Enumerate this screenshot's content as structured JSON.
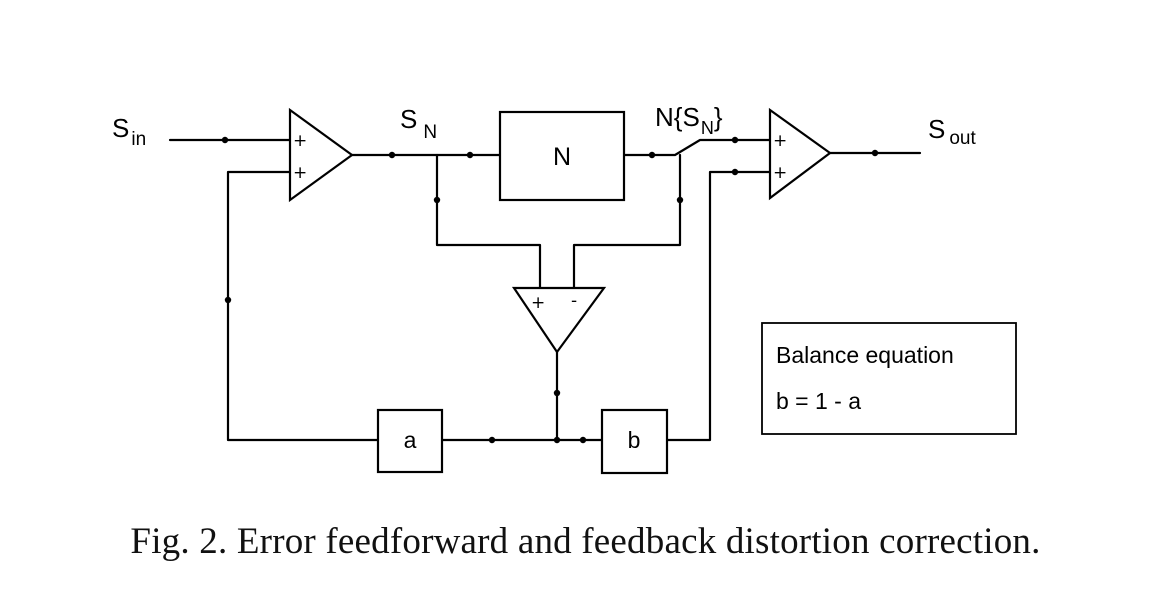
{
  "labels": {
    "s_in": "S",
    "s_in_sub": "in",
    "s_n": "S",
    "s_n_sub": "N",
    "n_of_sn_prefix": "N{S",
    "n_of_sn_sub": "N",
    "n_of_sn_suffix": "}",
    "s_out": "S",
    "s_out_sub": "out"
  },
  "blocks": {
    "n": "N",
    "a": "a",
    "b": "b"
  },
  "amplifiers": {
    "input": {
      "in1": "+",
      "in2": "+"
    },
    "error": {
      "in1": "+",
      "in2": "-"
    },
    "output": {
      "in1": "+",
      "in2": "+"
    }
  },
  "balance_box": {
    "title": "Balance equation",
    "equation": "b = 1 - a"
  },
  "caption": "Fig.  2.  Error feedforward and feedback distortion correction."
}
